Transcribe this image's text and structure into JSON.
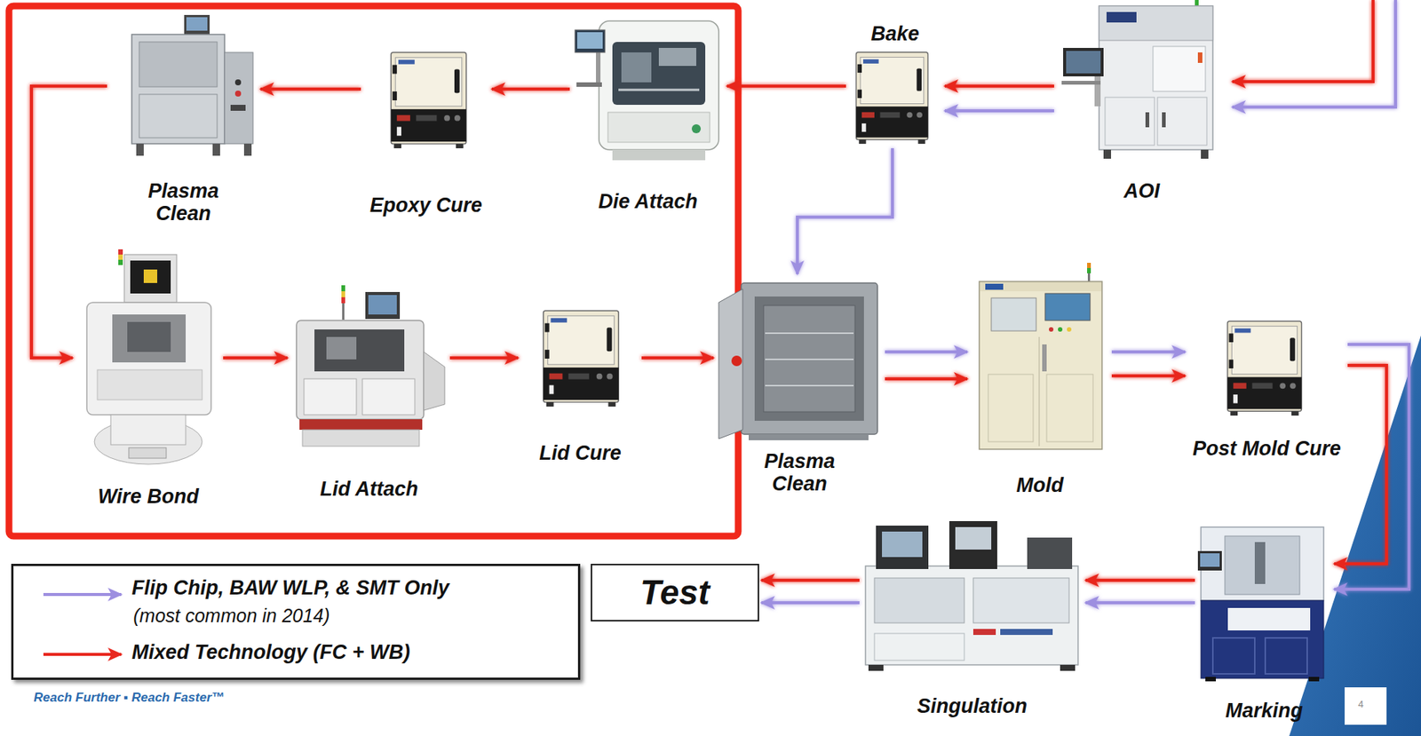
{
  "diagram": {
    "nodes": [
      {
        "text": [
          "AOI"
        ]
      },
      {
        "text": [
          "Bake"
        ]
      },
      {
        "text": [
          "Die Attach"
        ]
      },
      {
        "text": [
          "Epoxy Cure"
        ]
      },
      {
        "text": [
          "Plasma Clean"
        ]
      },
      {
        "text": [
          "Wire Bond"
        ]
      },
      {
        "text": [
          "Lid Attach"
        ]
      },
      {
        "text": [
          "Lid Cure"
        ]
      },
      {
        "text": [
          "Plasma Clean"
        ]
      },
      {
        "text": [
          "Mold"
        ]
      },
      {
        "text": [
          "Post Mold Cure"
        ]
      },
      {
        "text": [
          "Marking"
        ]
      },
      {
        "text": [
          "Singulation"
        ]
      },
      {
        "text": [
          "Test"
        ]
      }
    ],
    "edges": [
      {
        "from": 0,
        "to": 1,
        "arrow": "to"
      },
      {
        "from": 0,
        "to": 1,
        "arrow": "to"
      },
      {
        "from": 1,
        "to": 2,
        "arrow": "to"
      },
      {
        "from": 1,
        "to": 8,
        "arrow": "to"
      },
      {
        "from": 2,
        "to": 3,
        "arrow": "to"
      },
      {
        "from": 3,
        "to": 4,
        "arrow": "to"
      },
      {
        "from": 4,
        "to": 5,
        "arrow": "to"
      },
      {
        "from": 5,
        "to": 6,
        "arrow": "to"
      },
      {
        "from": 6,
        "to": 7,
        "arrow": "to"
      },
      {
        "from": 7,
        "to": 8,
        "arrow": "to"
      },
      {
        "from": 8,
        "to": 9,
        "arrow": "to"
      },
      {
        "from": 8,
        "to": 9,
        "arrow": "to"
      },
      {
        "from": 9,
        "to": 10,
        "arrow": "to"
      },
      {
        "from": 9,
        "to": 10,
        "arrow": "to"
      },
      {
        "from": 10,
        "to": 11,
        "arrow": "to"
      },
      {
        "from": 10,
        "to": 11,
        "arrow": "to"
      },
      {
        "from": 11,
        "to": 12,
        "arrow": "to"
      },
      {
        "from": 11,
        "to": 12,
        "arrow": "to"
      },
      {
        "from": 12,
        "to": 13,
        "arrow": "to"
      },
      {
        "from": 12,
        "to": 13,
        "arrow": "to"
      }
    ],
    "labels": [
      "(most common in 2014)",
      "Reach Further ▪ Reach Faster™",
      "4"
    ],
    "legend": [
      {
        "text": "Flip Chip, BAW WLP, & SMT Only"
      },
      {
        "text": "Mixed Technology (FC + WB)"
      }
    ]
  }
}
